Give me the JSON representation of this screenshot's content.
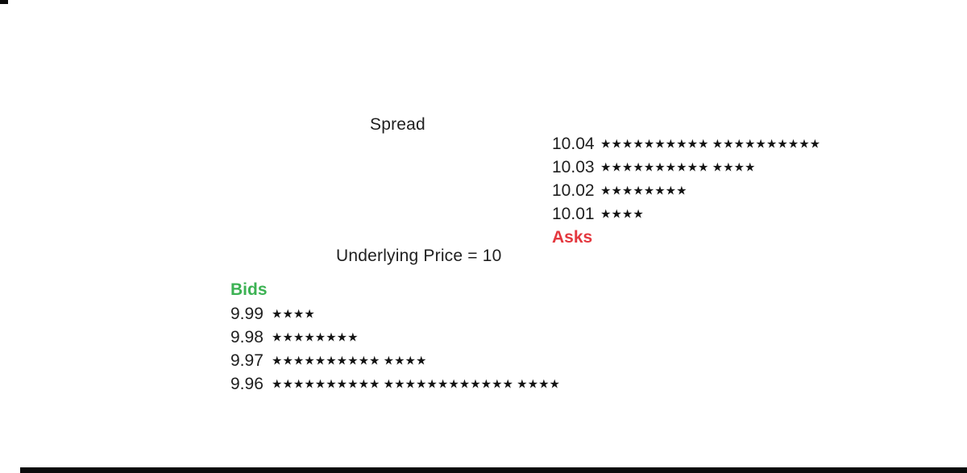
{
  "labels": {
    "spread": "Spread",
    "underlying_price": "Underlying Price = 10",
    "asks": "Asks",
    "bids": "Bids"
  },
  "colors": {
    "asks_red": "#e4383f",
    "bids_green": "#3cb253",
    "text_black": "#1f1f1f",
    "background": "#ffffff",
    "bottom_bar": "#0a0a0a"
  },
  "chart_data": {
    "type": "bar",
    "orientation": "horizontal",
    "glyph": "★",
    "unit": "stars (order quantity)",
    "title": "Spread",
    "annotation": "Underlying Price = 10",
    "grid": false,
    "legend": [
      "Asks",
      "Bids"
    ],
    "series": [
      {
        "name": "Asks",
        "color": "#e4383f",
        "rows": [
          {
            "price": "10.04",
            "value": 20,
            "groups": [
              10,
              10
            ]
          },
          {
            "price": "10.03",
            "value": 14,
            "groups": [
              10,
              4
            ]
          },
          {
            "price": "10.02",
            "value": 8,
            "groups": [
              8
            ]
          },
          {
            "price": "10.01",
            "value": 4,
            "groups": [
              4
            ]
          }
        ]
      },
      {
        "name": "Bids",
        "color": "#3cb253",
        "rows": [
          {
            "price": "9.99",
            "value": 4,
            "groups": [
              4
            ]
          },
          {
            "price": "9.98",
            "value": 8,
            "groups": [
              8
            ]
          },
          {
            "price": "9.97",
            "value": 14,
            "groups": [
              10,
              4
            ]
          },
          {
            "price": "9.96",
            "value": 26,
            "groups": [
              10,
              12,
              4
            ]
          }
        ]
      }
    ]
  }
}
